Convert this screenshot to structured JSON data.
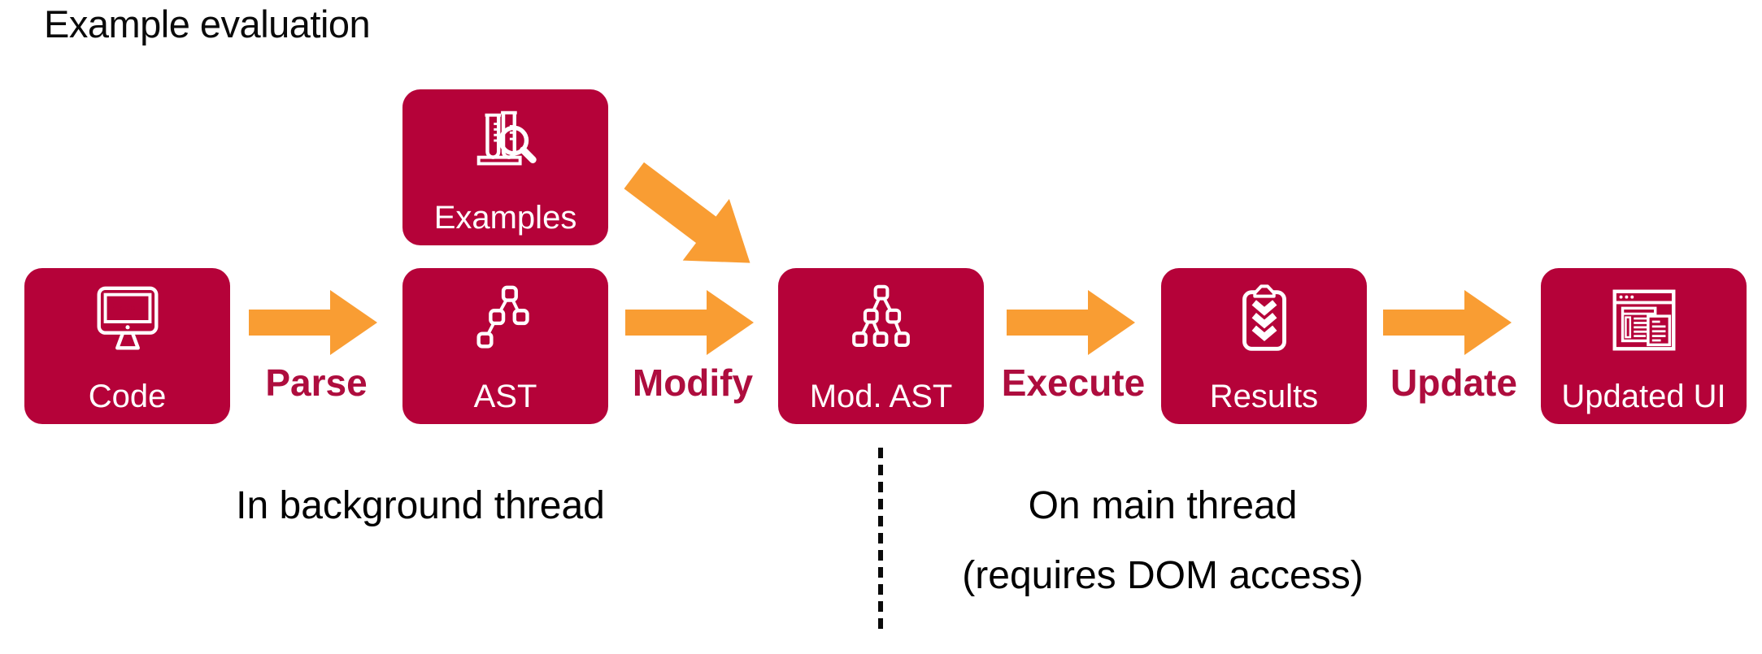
{
  "title": "Example evaluation",
  "colors": {
    "box": "#B50239",
    "arrow": "#F99D33",
    "labelcolor": "#AE0D3E",
    "ink": "#000000"
  },
  "nodes": [
    {
      "id": "code",
      "label": "Code",
      "icon": "code-monitor-icon"
    },
    {
      "id": "examples",
      "label": "Examples",
      "icon": "test-tubes-magnifier-icon"
    },
    {
      "id": "ast",
      "label": "AST",
      "icon": "ast-tree-icon"
    },
    {
      "id": "modast",
      "label": "Mod. AST",
      "icon": "modified-ast-tree-icon"
    },
    {
      "id": "results",
      "label": "Results",
      "icon": "results-clipboard-icon"
    },
    {
      "id": "updatedui",
      "label": "Updated UI",
      "icon": "browser-window-icon"
    }
  ],
  "arrows": [
    {
      "id": "parse",
      "label": "Parse"
    },
    {
      "id": "modify",
      "label": "Modify"
    },
    {
      "id": "execute",
      "label": "Execute"
    },
    {
      "id": "update",
      "label": "Update"
    },
    {
      "id": "examples-to-modast",
      "label": ""
    }
  ],
  "annotations": {
    "background_thread": "In background thread",
    "main_thread_line1": "On main thread",
    "main_thread_line2": "(requires DOM access)"
  }
}
